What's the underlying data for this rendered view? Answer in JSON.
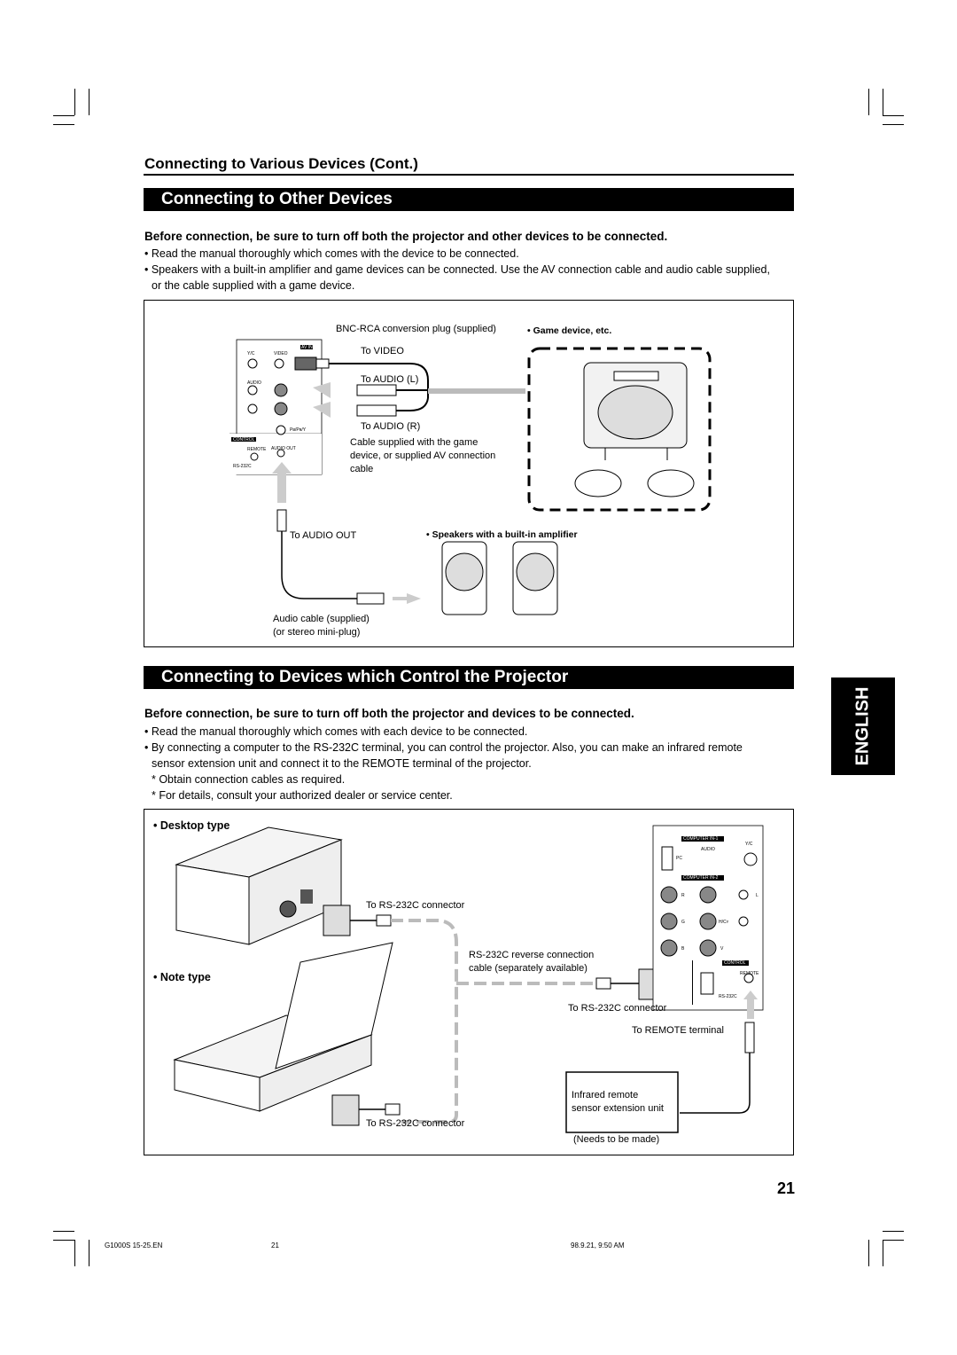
{
  "header": {
    "section_title": "Connecting to Various Devices (Cont.)"
  },
  "other_devices": {
    "title": "Connecting to Other Devices",
    "lead": "Before connection, be sure to turn off both the projector and other devices to be connected.",
    "bullets": [
      "• Read the manual thoroughly which comes with the device to be connected.",
      "• Speakers with a built-in amplifier and game devices can be connected. Use the AV connection cable and audio cable supplied,",
      "or the cable supplied with a game device."
    ],
    "diagram": {
      "bnc_label": "BNC-RCA conversion plug (supplied)",
      "to_video": "To VIDEO",
      "to_audio_l": "To AUDIO (L)",
      "to_audio_r": "To AUDIO (R)",
      "cable_note": [
        "Cable supplied with the game",
        "device, or supplied AV connection",
        "cable"
      ],
      "game_label": "• Game device, etc.",
      "to_audio_out": "To AUDIO OUT",
      "speakers_label": "• Speakers with a built-in amplifier",
      "audio_cable": [
        "Audio cable (supplied)",
        "(or stereo mini-plug)"
      ],
      "panel": {
        "yc": "Y/C",
        "video": "VIDEO",
        "av_in": "AV IN",
        "audio": "AUDIO",
        "pbpry": "Pʙ/Pʀ/Y",
        "control": "CONTROL",
        "remote": "REMOTE",
        "audio_out": "AUDIO OUT",
        "rs232c": "RS-232C"
      }
    }
  },
  "control_devices": {
    "title": "Connecting to Devices which Control the Projector",
    "lead": "Before connection, be sure to turn off both the projector and devices to be connected.",
    "bullets": [
      "• Read the manual thoroughly which comes with each device to be connected.",
      "• By connecting a computer to the RS-232C terminal, you can control the projector. Also, you can make an infrared remote",
      "sensor extension unit and connect it to the REMOTE terminal of the projector.",
      "* Obtain connection cables as required.",
      "* For details, consult your authorized dealer or service center."
    ],
    "diagram": {
      "desktop": "• Desktop type",
      "note": "• Note type",
      "to_rs232c_1": "To RS-232C connector",
      "reverse_cable": [
        "RS-232C reverse connection",
        "cable (separately available)"
      ],
      "to_rs232c_2": "To RS-232C connector",
      "to_remote": "To REMOTE terminal",
      "ir_unit": [
        "Infrared remote",
        "sensor extension unit"
      ],
      "needs_made": "(Needs to be made)",
      "to_rs232c_3": "To RS-232C connector",
      "panel": {
        "computer_in1": "COMPUTER IN-1",
        "computer_in2": "COMPUTER IN-2",
        "audio": "AUDIO",
        "pc": "PC",
        "yc": "Y/C",
        "r": "R",
        "g": "G",
        "b": "B",
        "l": "L",
        "hv": "H/Cʏ",
        "v": "V",
        "control": "CONTROL",
        "remote": "REMOTE",
        "rs232c": "RS-232C"
      }
    }
  },
  "side_tab": "ENGLISH",
  "page_number": "21",
  "footer": {
    "file": "G1000S 15-25.EN",
    "page": "21",
    "date": "98.9.21, 9:50 AM"
  }
}
